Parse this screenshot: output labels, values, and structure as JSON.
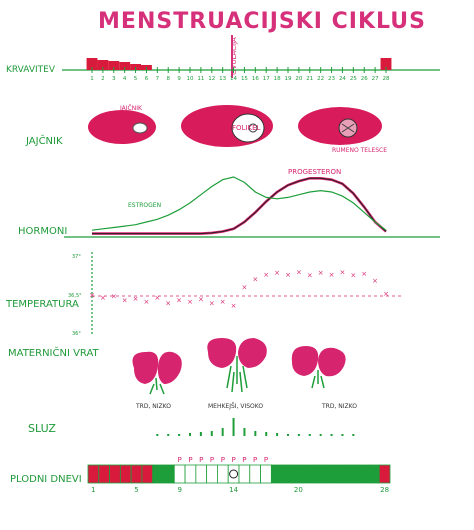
{
  "title": "MENSTRUACIJSKI CIKLUS",
  "ovulation_label": "OVULACIJA",
  "rows": {
    "bleeding": "KRVAVITEV",
    "ovary": "JAJČNIK",
    "hormones": "HORMONI",
    "temperature": "TEMPERATURA",
    "cervix": "MATERNIČNI VRAT",
    "mucus": "SLUZ",
    "fertile": "PLODNI DNEVI"
  },
  "day_numbers": [
    "1",
    "2",
    "3",
    "4",
    "5",
    "6",
    "7",
    "8",
    "9",
    "10",
    "11",
    "12",
    "13",
    "14",
    "15",
    "16",
    "17",
    "18",
    "19",
    "20",
    "21",
    "22",
    "23",
    "24",
    "25",
    "26",
    "27",
    "28"
  ],
  "ovary_labels": {
    "egg": "JAJČNIK",
    "follicle": "FOLIKEL",
    "corpus_luteum": "RUMENO TELESCE"
  },
  "hormone_labels": {
    "estrogen": "ESTROGEN",
    "progesterone": "PROGESTERON"
  },
  "temperature_axis": [
    "37°",
    "36,5°",
    "36°"
  ],
  "cervix_labels": [
    "TRD, NIZKO",
    "MEHKEJŠI, VISOKO",
    "TRD, NIZKO"
  ],
  "fertile_letter": "P",
  "fertile_axis": [
    "1",
    "5",
    "9",
    "14",
    "20",
    "28"
  ],
  "colors": {
    "title": "#d6307a",
    "label": "#1f9a3a",
    "red": "#d81b3c",
    "magenta": "#d6246e",
    "green": "#1e9e3a",
    "black": "#222222"
  },
  "chart_data": {
    "type": "line",
    "x": [
      1,
      2,
      3,
      4,
      5,
      6,
      7,
      8,
      9,
      10,
      11,
      12,
      13,
      14,
      15,
      16,
      17,
      18,
      19,
      20,
      21,
      22,
      23,
      24,
      25,
      26,
      27,
      28
    ],
    "series": [
      {
        "name": "ESTROGEN",
        "values": [
          10,
          12,
          14,
          16,
          18,
          22,
          26,
          32,
          40,
          50,
          62,
          74,
          84,
          88,
          80,
          66,
          58,
          56,
          58,
          62,
          66,
          68,
          66,
          60,
          50,
          36,
          22,
          10
        ]
      },
      {
        "name": "PROGESTERON",
        "values": [
          5,
          5,
          5,
          5,
          5,
          5,
          5,
          5,
          5,
          5,
          5,
          6,
          8,
          12,
          22,
          36,
          52,
          66,
          76,
          82,
          86,
          86,
          84,
          78,
          64,
          44,
          22,
          8
        ]
      }
    ],
    "temperature": {
      "unit": "°C",
      "ylim": [
        36,
        37
      ],
      "values": [
        36.48,
        36.45,
        36.47,
        36.42,
        36.44,
        36.4,
        36.45,
        36.38,
        36.42,
        36.4,
        36.43,
        36.38,
        36.4,
        36.35,
        36.58,
        36.68,
        36.74,
        36.76,
        36.74,
        36.77,
        36.73,
        36.76,
        36.74,
        36.77,
        36.73,
        36.75,
        36.66,
        36.5
      ]
    },
    "bleeding": [
      1,
      1,
      1,
      1,
      1,
      1,
      0,
      0,
      0,
      0,
      0,
      0,
      0,
      0,
      0,
      0,
      0,
      0,
      0,
      0,
      0,
      0,
      0,
      0,
      0,
      0,
      0,
      1
    ],
    "fertile_days": [
      9,
      10,
      11,
      12,
      13,
      14,
      15,
      16,
      17
    ]
  }
}
